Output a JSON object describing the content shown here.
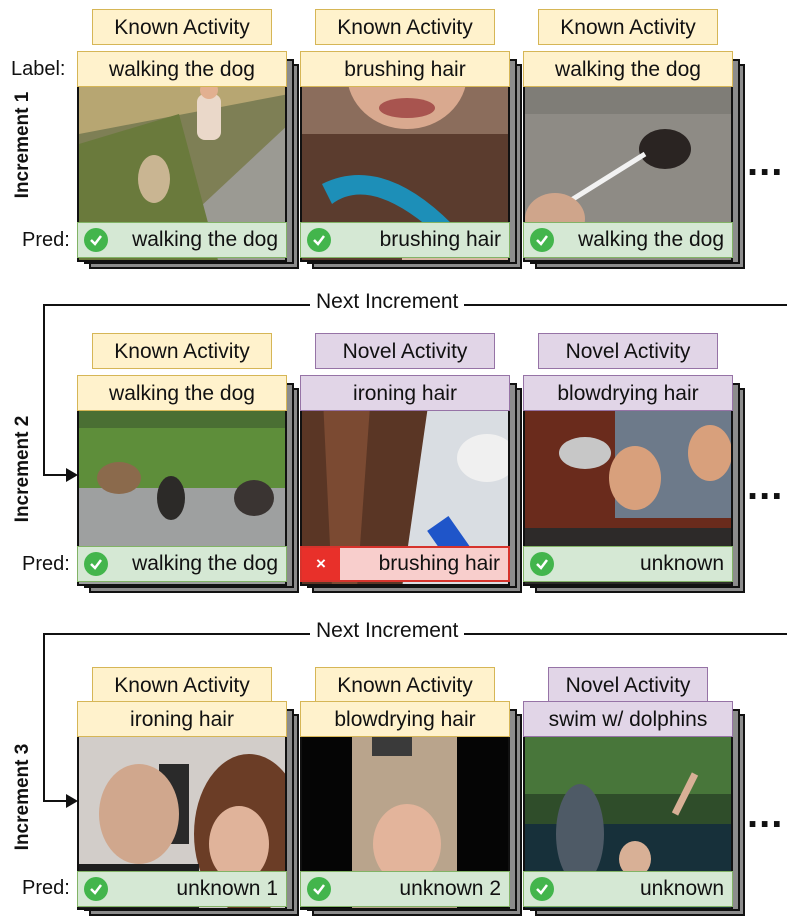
{
  "labels": {
    "label_prefix": "Label:",
    "pred_prefix": "Pred:",
    "next_increment": "Next Increment",
    "ellipsis": "..."
  },
  "increments": [
    {
      "name": "Increment 1",
      "cards": [
        {
          "status": "Known Activity",
          "label": "walking the dog",
          "pred": "walking the dog",
          "correct": true,
          "scene": "dog-sidewalk"
        },
        {
          "status": "Known Activity",
          "label": "brushing hair",
          "pred": "brushing hair",
          "correct": true,
          "scene": "brush"
        },
        {
          "status": "Known Activity",
          "label": "walking the dog",
          "pred": "walking the dog",
          "correct": true,
          "scene": "dog-street"
        }
      ]
    },
    {
      "name": "Increment 2",
      "cards": [
        {
          "status": "Known Activity",
          "label": "walking the dog",
          "pred": "walking the dog",
          "correct": true,
          "scene": "dogs-grass"
        },
        {
          "status": "Novel Activity",
          "label": "ironing hair",
          "pred": "brushing hair",
          "correct": false,
          "scene": "iron"
        },
        {
          "status": "Novel Activity",
          "label": "blowdrying hair",
          "pred": "unknown",
          "correct": true,
          "scene": "blowdry"
        }
      ]
    },
    {
      "name": "Increment 3",
      "cards": [
        {
          "status": "Known Activity",
          "label": "ironing hair",
          "pred": "unknown 1",
          "correct": true,
          "scene": "curling"
        },
        {
          "status": "Known Activity",
          "label": "blowdrying hair",
          "pred": "unknown 2",
          "correct": true,
          "scene": "girl-dark"
        },
        {
          "status": "Novel Activity",
          "label": "swim w/ dolphins",
          "pred": "unknown",
          "correct": true,
          "scene": "dolphin"
        }
      ]
    }
  ],
  "colors": {
    "known_fill": "#fff2cc",
    "novel_fill": "#e1d5e7",
    "pred_ok": "#d5e8d4",
    "pred_bad": "#f8cecc",
    "check": "#43b54c"
  }
}
